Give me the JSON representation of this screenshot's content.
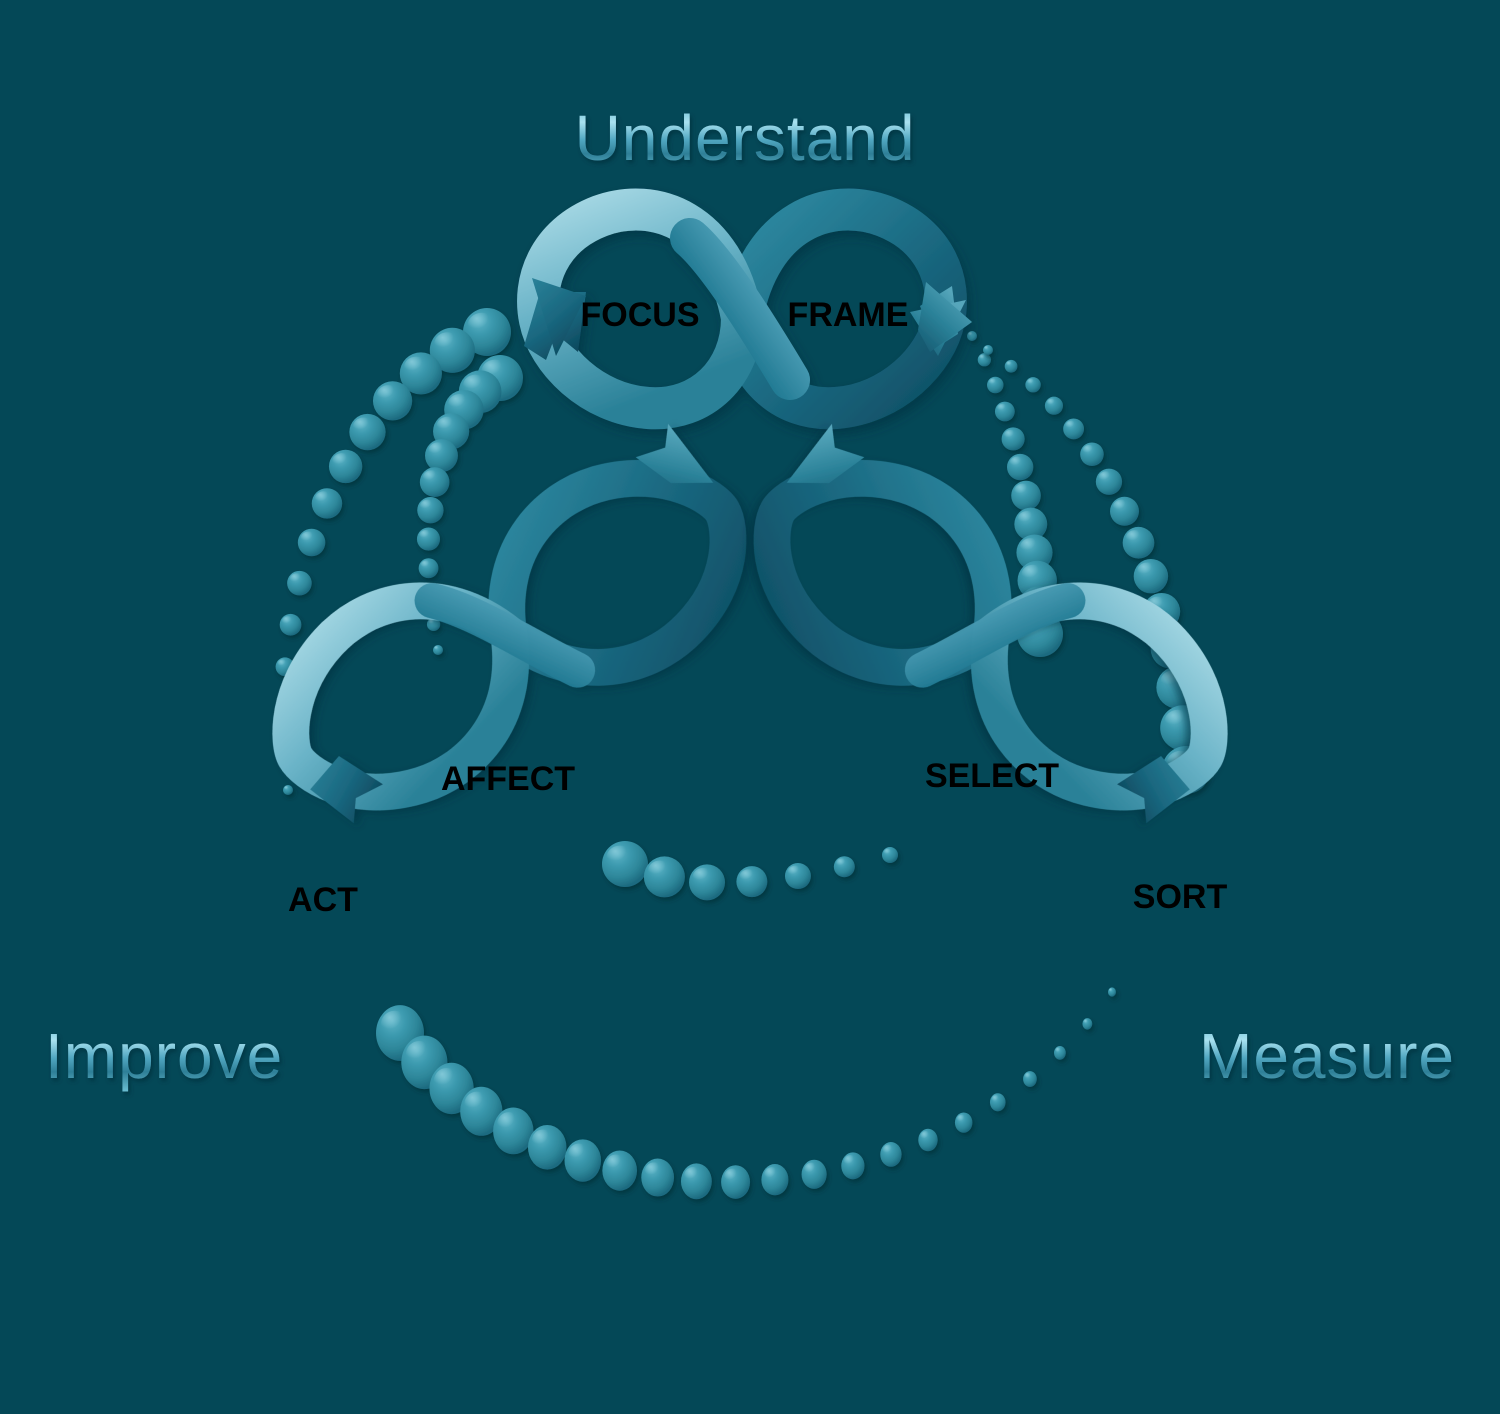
{
  "diagram": {
    "title_visible": false,
    "background_color": "#044857",
    "accent_light": "#7ec4d4",
    "accent_mid": "#2f8ca3",
    "accent_dark": "#11607a",
    "sphere_color": "#2e8ca0",
    "label_text_color": "#8fd4e4",
    "node_text_color": "#000000",
    "phases": [
      {
        "id": "understand",
        "label": "Understand",
        "position": "top",
        "nodes": [
          {
            "id": "focus",
            "label": "FOCUS",
            "loop": "left"
          },
          {
            "id": "frame",
            "label": "FRAME",
            "loop": "right"
          }
        ]
      },
      {
        "id": "measure",
        "label": "Measure",
        "position": "bottom-right",
        "nodes": [
          {
            "id": "select",
            "label": "SELECT",
            "loop": "upper-left"
          },
          {
            "id": "sort",
            "label": "SORT",
            "loop": "lower-right"
          }
        ]
      },
      {
        "id": "improve",
        "label": "Improve",
        "position": "bottom-left",
        "nodes": [
          {
            "id": "affect",
            "label": "AFFECT",
            "loop": "upper-right"
          },
          {
            "id": "act",
            "label": "ACT",
            "loop": "lower-left"
          }
        ]
      }
    ],
    "connectors": [
      {
        "id": "understand-to-measure",
        "style": "beaded-arc",
        "direction": "clockwise"
      },
      {
        "id": "measure-to-improve",
        "style": "beaded-arc",
        "direction": "clockwise"
      },
      {
        "id": "improve-to-understand",
        "style": "beaded-arc",
        "direction": "clockwise"
      },
      {
        "id": "affect-to-select",
        "style": "beaded-line",
        "direction": "left-to-right"
      }
    ]
  },
  "chart_data": {
    "type": "diagram",
    "title": "",
    "nodes": [
      "FOCUS",
      "FRAME",
      "SELECT",
      "SORT",
      "AFFECT",
      "ACT"
    ],
    "groups": [
      "Understand",
      "Measure",
      "Improve"
    ],
    "group_members": {
      "Understand": [
        "FOCUS",
        "FRAME"
      ],
      "Measure": [
        "SELECT",
        "SORT"
      ],
      "Improve": [
        "AFFECT",
        "ACT"
      ]
    }
  }
}
